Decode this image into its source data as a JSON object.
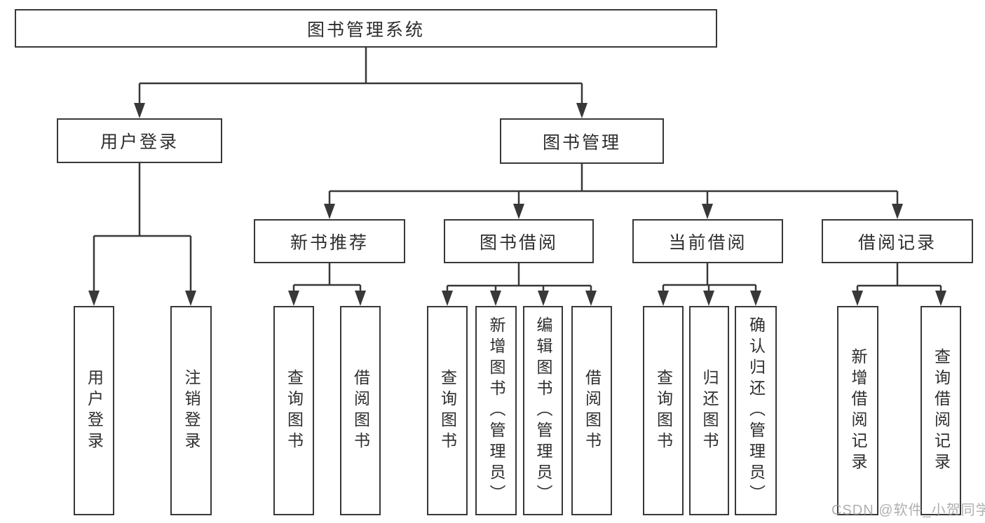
{
  "diagram": {
    "type": "hierarchy-tree",
    "tree": {
      "label": "图书管理系统",
      "children": [
        {
          "label": "用户登录",
          "children": [
            {
              "label": "用户登录"
            },
            {
              "label": "注销登录"
            }
          ]
        },
        {
          "label": "图书管理",
          "children": [
            {
              "label": "新书推荐",
              "children": [
                {
                  "label": "查询图书"
                },
                {
                  "label": "借阅图书"
                }
              ]
            },
            {
              "label": "图书借阅",
              "children": [
                {
                  "label": "查询图书"
                },
                {
                  "label": "新增图书（管理员）"
                },
                {
                  "label": "编辑图书（管理员）"
                },
                {
                  "label": "借阅图书"
                }
              ]
            },
            {
              "label": "当前借阅",
              "children": [
                {
                  "label": "查询图书"
                },
                {
                  "label": "归还图书"
                },
                {
                  "label": "确认归还（管理员）"
                }
              ]
            },
            {
              "label": "借阅记录",
              "children": [
                {
                  "label": "新增借阅记录"
                },
                {
                  "label": "查询借阅记录"
                }
              ]
            }
          ]
        }
      ]
    },
    "colors": {
      "line": "#383838",
      "text": "#2e2e2e",
      "background": "#ffffff",
      "watermark": "#9e9e9e"
    }
  },
  "watermark": {
    "text": "CSDN @软件_小贺同学"
  }
}
